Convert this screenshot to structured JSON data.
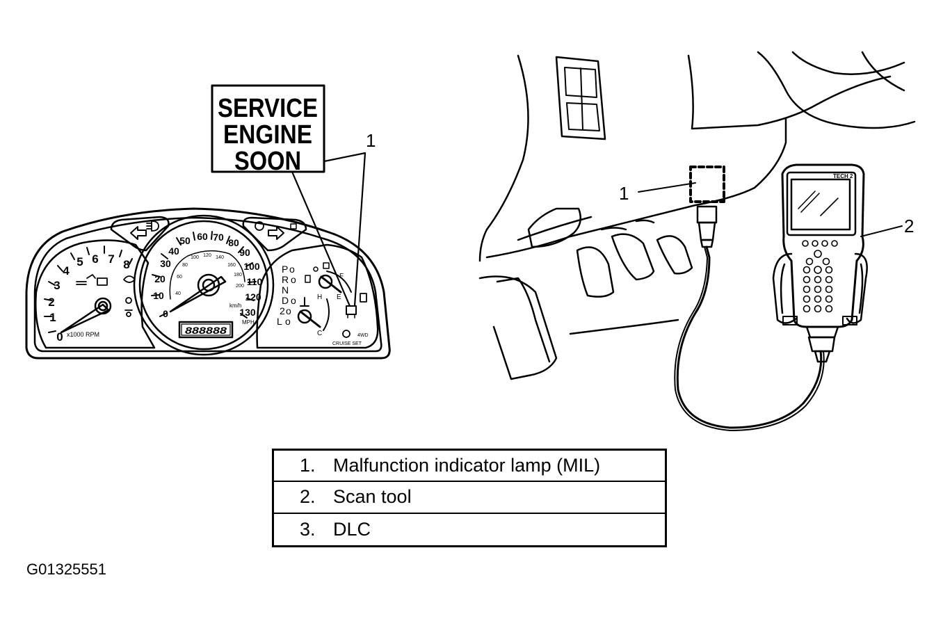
{
  "callout": {
    "line1": "SERVICE",
    "line2": "ENGINE",
    "line3": "SOON"
  },
  "labels": {
    "left_1": "1",
    "right_1": "1",
    "right_2": "2"
  },
  "cluster": {
    "tach_ticks": [
      "0",
      "1",
      "2",
      "3",
      "4",
      "5",
      "6",
      "7",
      "8"
    ],
    "tach_unit": "x1000 RPM",
    "speed_ticks": [
      "0",
      "10",
      "20",
      "30",
      "40",
      "50",
      "60",
      "70",
      "80",
      "90",
      "100",
      "110",
      "120",
      "130"
    ],
    "speed_unit": "MPH",
    "gear_letters": [
      "P",
      "R",
      "N",
      "D",
      "2",
      "L"
    ],
    "gear_suffix": [
      "o",
      "o",
      "o",
      "o"
    ],
    "odometer": "888888",
    "cruise_label": "CRUISE SET",
    "fourwd_label": "4WD",
    "fuel_marks": [
      "F",
      "E"
    ],
    "temp_marks": [
      "H",
      "C"
    ],
    "km_label": "km/h",
    "inner_ticks": [
      "40",
      "60",
      "80",
      "100",
      "120",
      "140",
      "160",
      "180",
      "200"
    ]
  },
  "tool": {
    "brand": "TECH 2"
  },
  "legend": [
    {
      "num": "1.",
      "text": "Malfunction indicator lamp (MIL)"
    },
    {
      "num": "2.",
      "text": "Scan tool"
    },
    {
      "num": "3.",
      "text": "DLC"
    }
  ],
  "figure_id": "G01325551"
}
